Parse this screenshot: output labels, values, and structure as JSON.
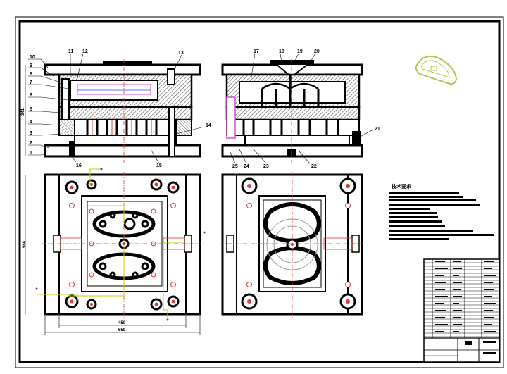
{
  "drawing": {
    "top_view_left_callouts": [
      "10",
      "9",
      "8",
      "7",
      "6",
      "5",
      "4",
      "3",
      "2",
      "1"
    ],
    "top_view_top_callouts": [
      "11",
      "12",
      "13",
      "17",
      "18",
      "19",
      "20"
    ],
    "right_callouts": [
      "14",
      "21"
    ],
    "bottom_callouts": [
      "16",
      "15",
      "25",
      "24",
      "23",
      "22"
    ],
    "height_dimension": "341",
    "plate_height_dimension": "568",
    "width_dimension_inner": "450",
    "width_dimension_outer": "550",
    "tech_requirements_title": "技术要求",
    "colors": {
      "line": "#000000",
      "hatch": "#555555",
      "centerline": "#e53935",
      "callout": "#d4c400",
      "highlight": "#c8c800",
      "sketch_accent": "#b7c24a"
    }
  }
}
